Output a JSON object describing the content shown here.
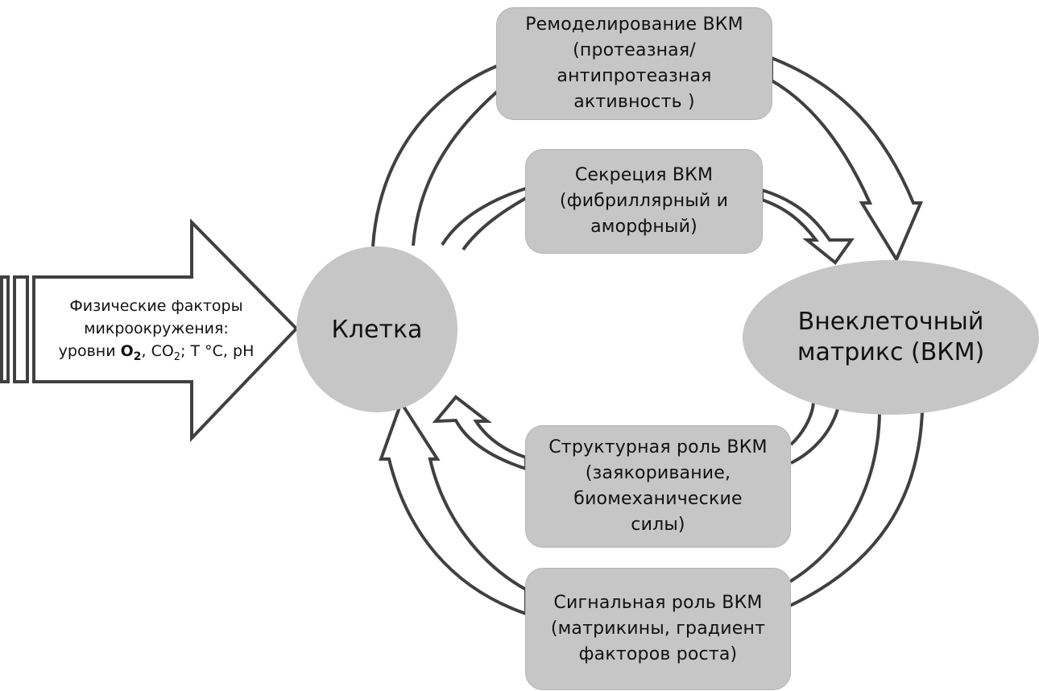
{
  "diagram": {
    "title": "Взаимодействие клетки и внеклеточного матрикса",
    "nodes": {
      "cell": {
        "label": "Клетка"
      },
      "ecm": {
        "line1": "Внеклеточный",
        "line2": "матрикс (ВКМ)"
      }
    },
    "physical_factors": {
      "line1": "Физические факторы",
      "line2": "микроокружения:",
      "line3_prefix": "уровни ",
      "o2": "O",
      "o2_sub": "2",
      "co2": ", CO",
      "co2_sub": "2",
      "line3_suffix": "; T °C, pH"
    },
    "processes": [
      {
        "id": "remodeling",
        "lines": [
          "Ремоделирование ВКМ",
          "(протеазная/",
          "антипротеазная",
          "активность )"
        ],
        "direction": "cell-to-ecm"
      },
      {
        "id": "secretion",
        "lines": [
          "Секреция ВКМ",
          "(фибриллярный и",
          "аморфный)"
        ],
        "direction": "cell-to-ecm"
      },
      {
        "id": "structural",
        "lines": [
          "Структурная роль ВКМ",
          "(заякоривание,",
          "биомеханические",
          "силы)"
        ],
        "direction": "ecm-to-cell"
      },
      {
        "id": "signaling",
        "lines": [
          "Сигнальная роль ВКМ",
          "(матрикины, градиент",
          "факторов роста)"
        ],
        "direction": "ecm-to-cell"
      }
    ],
    "colors": {
      "node_fill": "#c6c6c6",
      "stroke": "#404040",
      "background": "#ffffff"
    }
  }
}
